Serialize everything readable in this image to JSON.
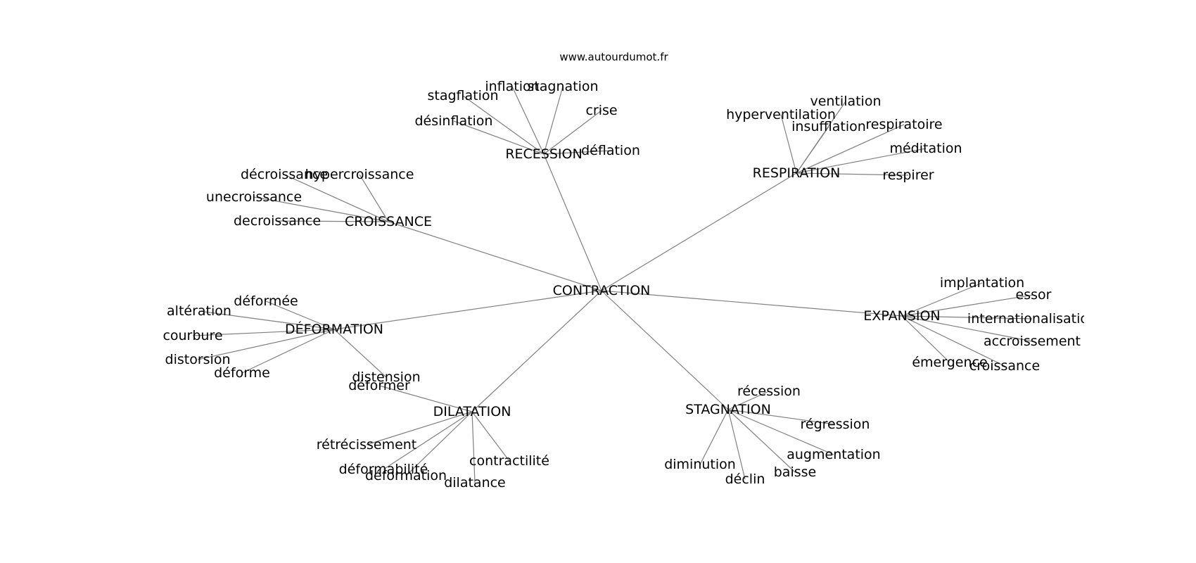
{
  "watermark": "www.autourdumot.fr",
  "graph": {
    "center": "CONTRACTION",
    "hubs": [
      {
        "id": "RECESSION",
        "label": "RECESSION",
        "leaves": [
          "inflation",
          "stagnation",
          "stagflation",
          "désinflation",
          "crise",
          "déflation"
        ]
      },
      {
        "id": "RESPIRATION",
        "label": "RESPIRATION",
        "leaves": [
          "ventilation",
          "hyperventilation",
          "insufflation",
          "respiratoire",
          "méditation",
          "respirer"
        ]
      },
      {
        "id": "CROISSANCE",
        "label": "CROISSANCE",
        "leaves": [
          "décroissance",
          "hypercroissance",
          "unecroissance",
          "decroissance"
        ]
      },
      {
        "id": "DEFORMATION",
        "label": "DÉFORMATION",
        "leaves": [
          "déformée",
          "altération",
          "courbure",
          "distorsion",
          "déforme",
          "distension"
        ]
      },
      {
        "id": "EXPANSION",
        "label": "EXPANSION",
        "leaves": [
          "implantation",
          "essor",
          "internationalisation",
          "accroissement",
          "émergence",
          "croissance"
        ]
      },
      {
        "id": "DILATATION",
        "label": "DILATATION",
        "leaves": [
          "déformer",
          "rétrécissement",
          "déformabilité",
          "déformation",
          "dilatance",
          "contractilité"
        ]
      },
      {
        "id": "STAGNATION",
        "label": "STAGNATION",
        "leaves": [
          "récession",
          "régression",
          "augmentation",
          "diminution",
          "déclin",
          "baisse"
        ]
      }
    ]
  }
}
